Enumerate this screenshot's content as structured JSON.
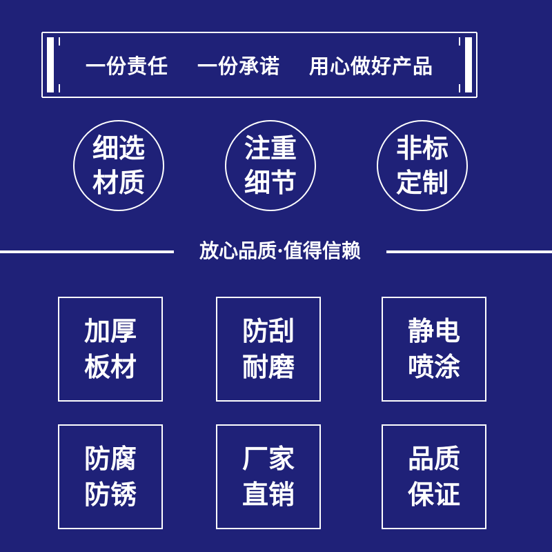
{
  "slogans": [
    "一份责任",
    "一份承诺",
    "用心做好产品"
  ],
  "circles": [
    {
      "line1": "细选",
      "line2": "材质"
    },
    {
      "line1": "注重",
      "line2": "细节"
    },
    {
      "line1": "非标",
      "line2": "定制"
    }
  ],
  "divider_title": "放心品质·值得信赖",
  "features": [
    {
      "line1": "加厚",
      "line2": "板材"
    },
    {
      "line1": "防刮",
      "line2": "耐磨"
    },
    {
      "line1": "静电",
      "line2": "喷涂"
    },
    {
      "line1": "防腐",
      "line2": "防锈"
    },
    {
      "line1": "厂家",
      "line2": "直销"
    },
    {
      "line1": "品质",
      "line2": "保证"
    }
  ],
  "colors": {
    "background": "#1f2178",
    "foreground": "#ffffff"
  }
}
